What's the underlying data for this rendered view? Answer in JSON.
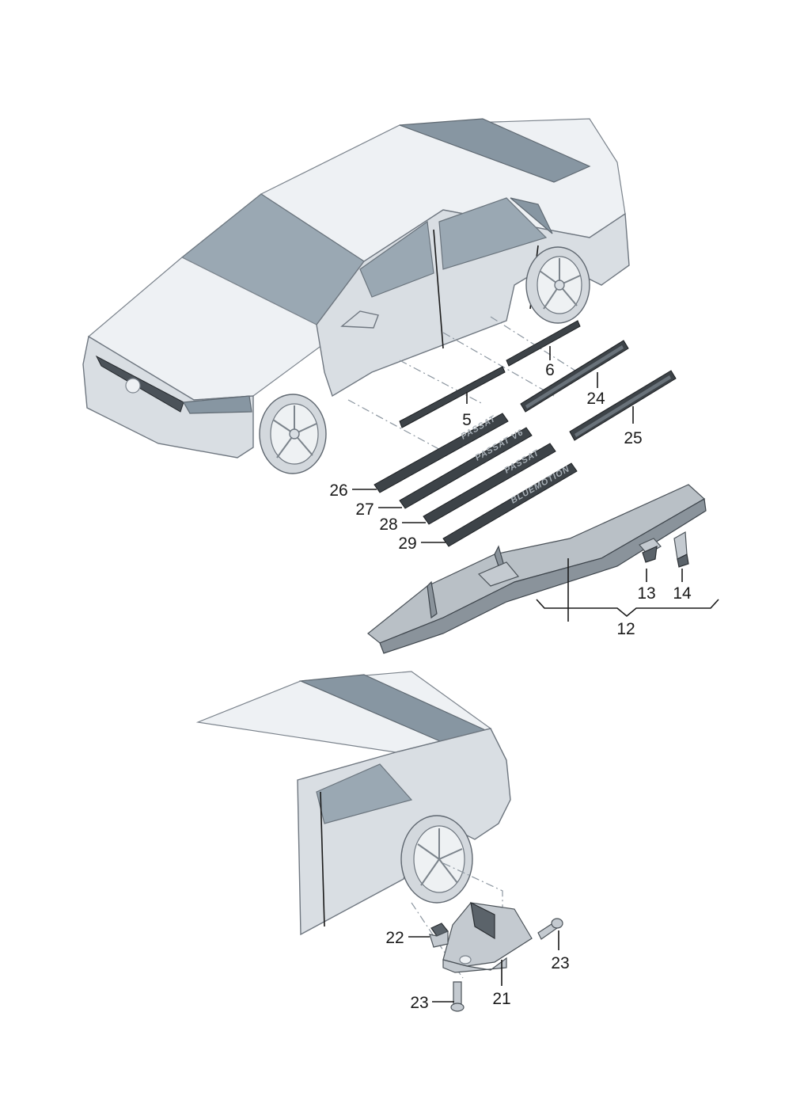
{
  "callouts": [
    {
      "id": "5",
      "label": "5"
    },
    {
      "id": "6",
      "label": "6"
    },
    {
      "id": "24",
      "label": "24"
    },
    {
      "id": "25",
      "label": "25"
    },
    {
      "id": "26",
      "label": "26"
    },
    {
      "id": "27",
      "label": "27"
    },
    {
      "id": "28",
      "label": "28"
    },
    {
      "id": "29",
      "label": "29"
    },
    {
      "id": "13",
      "label": "13"
    },
    {
      "id": "14",
      "label": "14"
    },
    {
      "id": "12",
      "label": "12"
    },
    {
      "id": "22",
      "label": "22"
    },
    {
      "id": "23a",
      "label": "23"
    },
    {
      "id": "23b",
      "label": "23"
    },
    {
      "id": "21",
      "label": "21"
    }
  ],
  "strip_text": {
    "strip_26": "PASSAT",
    "strip_27": "PASSAT V6",
    "strip_28": "PASSAT",
    "strip_29": "BLUEMOTION"
  },
  "colors": {
    "body": "#d9dee3",
    "glass": "#9aa8b3",
    "strip": "#3d4348",
    "line": "#1a1a1a"
  }
}
